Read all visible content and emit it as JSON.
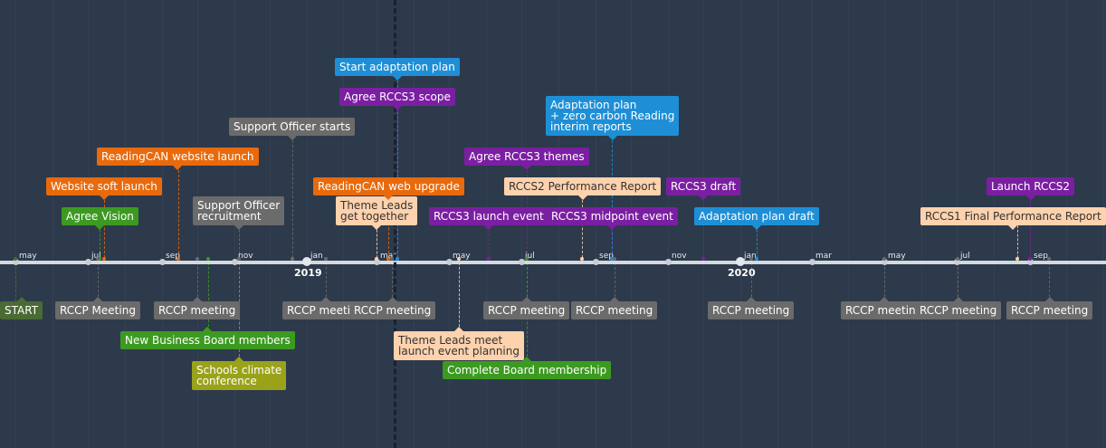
{
  "colors": {
    "background": "#2d3a4b",
    "axis": "#d4d9e0",
    "orange": "#e86a0c",
    "green": "#3c9a21",
    "gray": "#6b6b6b",
    "purple": "#7b1fa2",
    "blue": "#1e8fd6",
    "peach": "#fdd2ad",
    "olive": "#9aa21a",
    "darkgreen": "#4a6b34"
  },
  "axis": {
    "start": "2018-04-01",
    "end": "2020-09-30",
    "month_labels": [
      {
        "date": "2018-05-01",
        "text": "may"
      },
      {
        "date": "2018-07-01",
        "text": "jul"
      },
      {
        "date": "2018-09-01",
        "text": "sep"
      },
      {
        "date": "2018-11-01",
        "text": "nov"
      },
      {
        "date": "2019-01-01",
        "text": "jan"
      },
      {
        "date": "2019-03-01",
        "text": "mar"
      },
      {
        "date": "2019-05-01",
        "text": "may"
      },
      {
        "date": "2019-07-01",
        "text": "jul"
      },
      {
        "date": "2019-09-01",
        "text": "sep"
      },
      {
        "date": "2019-11-01",
        "text": "nov"
      },
      {
        "date": "2020-01-01",
        "text": "jan"
      },
      {
        "date": "2020-03-01",
        "text": "mar"
      },
      {
        "date": "2020-05-01",
        "text": "may"
      },
      {
        "date": "2020-07-01",
        "text": "jul"
      },
      {
        "date": "2020-09-01",
        "text": "sep"
      }
    ],
    "year_labels": [
      {
        "date": "2019-01-01",
        "text": "2019"
      },
      {
        "date": "2020-01-01",
        "text": "2020"
      }
    ],
    "today": "2019-03-15"
  },
  "events": [
    {
      "text": "START",
      "date": "2018-05-01",
      "color": "darkgreen",
      "side": "below",
      "level": 1
    },
    {
      "text": "Agree Vision",
      "date": "2018-07-11",
      "color": "green",
      "side": "above",
      "level": 1
    },
    {
      "text": "Website soft launch",
      "date": "2018-07-15",
      "color": "orange",
      "side": "above",
      "level": 2
    },
    {
      "text": "ReadingCAN website launch",
      "date": "2018-09-15",
      "color": "orange",
      "side": "above",
      "level": 3
    },
    {
      "text": "RCCP Meeting",
      "date": "2018-07-09",
      "color": "gray",
      "side": "below",
      "level": 1
    },
    {
      "text": "RCCP meeting",
      "date": "2018-10-01",
      "color": "gray",
      "side": "below",
      "level": 1
    },
    {
      "text": "New Business Board members",
      "date": "2018-10-10",
      "color": "green",
      "side": "below",
      "level": 2
    },
    {
      "text": "Schools climate\nconference",
      "date": "2018-11-05",
      "color": "olive",
      "side": "below",
      "level": 3
    },
    {
      "text": "Support Officer\nrecruitment",
      "date": "2018-11-05",
      "color": "gray",
      "side": "above",
      "level": 1
    },
    {
      "text": "Support Officer starts",
      "date": "2018-12-20",
      "color": "gray",
      "side": "above",
      "level": 4
    },
    {
      "text": "RCCP meeting",
      "date": "2019-01-17",
      "color": "gray",
      "side": "below",
      "level": 1
    },
    {
      "text": "Theme Leads\nget together",
      "date": "2019-03-01",
      "color": "peach",
      "side": "above",
      "level": 1
    },
    {
      "text": "ReadingCAN web upgrade",
      "date": "2019-03-11",
      "color": "orange",
      "side": "above",
      "level": 2
    },
    {
      "text": "RCCP meeting",
      "date": "2019-03-14",
      "color": "gray",
      "side": "below",
      "level": 1
    },
    {
      "text": "Agree RCCS3 scope",
      "date": "2019-03-18",
      "color": "purple",
      "side": "above",
      "level": 5
    },
    {
      "text": "Start adaptation plan",
      "date": "2019-03-18",
      "color": "blue",
      "side": "above",
      "level": 6
    },
    {
      "text": "Theme Leads meet\nlaunch event planning",
      "date": "2019-05-09",
      "color": "peach",
      "side": "below",
      "level": 2
    },
    {
      "text": "RCCS3 launch event",
      "date": "2019-06-03",
      "color": "purple",
      "side": "above",
      "level": 1
    },
    {
      "text": "Agree RCCS3 themes",
      "date": "2019-07-05",
      "color": "purple",
      "side": "above",
      "level": 3
    },
    {
      "text": "RCCP meeting",
      "date": "2019-07-05",
      "color": "gray",
      "side": "below",
      "level": 1
    },
    {
      "text": "Complete Board membership",
      "date": "2019-07-05",
      "color": "green",
      "side": "below",
      "level": 3
    },
    {
      "text": "RCCS2 Performance Report",
      "date": "2019-08-21",
      "color": "peach",
      "side": "above",
      "level": 2
    },
    {
      "text": "RCCS3 midpoint event",
      "date": "2019-09-15",
      "color": "purple",
      "side": "above",
      "level": 1
    },
    {
      "text": "Adaptation plan\n+ zero carbon Reading\ninterim reports",
      "date": "2019-09-15",
      "color": "blue",
      "side": "above",
      "level": 4
    },
    {
      "text": "RCCP meeting",
      "date": "2019-09-17",
      "color": "gray",
      "side": "below",
      "level": 1
    },
    {
      "text": "RCCS3 draft",
      "date": "2019-12-01",
      "color": "purple",
      "side": "above",
      "level": 2
    },
    {
      "text": "Adaptation plan draft",
      "date": "2020-01-15",
      "color": "blue",
      "side": "above",
      "level": 1
    },
    {
      "text": "RCCP meeting",
      "date": "2020-01-10",
      "color": "gray",
      "side": "below",
      "level": 1
    },
    {
      "text": "RCCP meeting",
      "date": "2020-05-01",
      "color": "gray",
      "side": "below",
      "level": 1
    },
    {
      "text": "RCCP meeting",
      "date": "2020-07-02",
      "color": "gray",
      "side": "below",
      "level": 1
    },
    {
      "text": "RCCS1 Final Performance Report",
      "date": "2020-08-21",
      "color": "peach",
      "side": "above",
      "level": 1
    },
    {
      "text": "Launch RCCS2",
      "date": "2020-09-01",
      "color": "purple",
      "side": "above",
      "level": 2
    },
    {
      "text": "RCCP meeting",
      "date": "2020-09-17",
      "color": "gray",
      "side": "below",
      "level": 1
    }
  ]
}
